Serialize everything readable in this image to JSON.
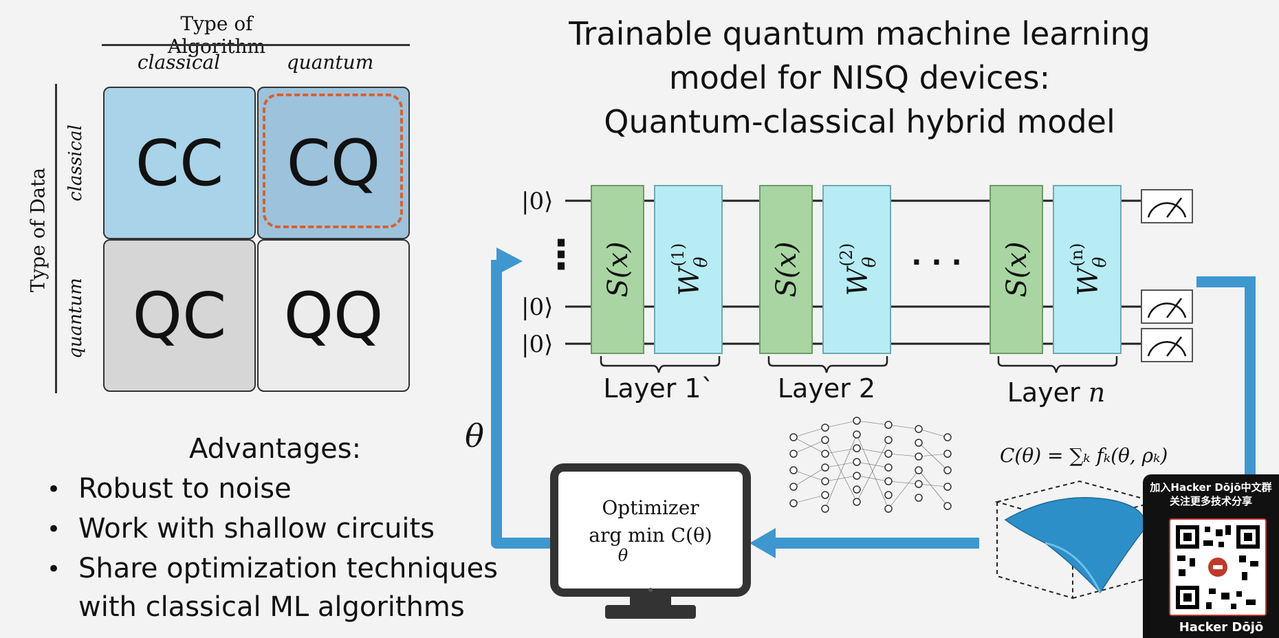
{
  "matrix": {
    "top_header": "Type of Algorithm",
    "col_classical": "classical",
    "col_quantum": "quantum",
    "side_header": "Type of Data",
    "row_classical": "classical",
    "row_quantum": "quantum",
    "cells": {
      "cc": "CC",
      "cq": "CQ",
      "qc": "QC",
      "qq": "QQ"
    }
  },
  "title": {
    "line1": "Trainable quantum machine learning",
    "line2": "model for NISQ devices:",
    "line3": "Quantum-classical hybrid model"
  },
  "circuit": {
    "ket": "|0⟩",
    "gate_s": "S(x)",
    "gate_w1": "W",
    "sub_theta": "θ",
    "sup1": "(1)",
    "sup2": "(2)",
    "supn": "(n)",
    "dots": "· · ·",
    "vdots": "⋮",
    "layer1": "Layer 1`",
    "layer2": "Layer 2",
    "layern_prefix": "Layer ",
    "layern_var": "n"
  },
  "loop": {
    "theta": "θ",
    "optimizer_line1": "Optimizer",
    "optimizer_line2": "arg min C(θ)",
    "optimizer_line3": "θ",
    "cost": "C(θ) = ∑ₖ fₖ(θ, ρₖ)"
  },
  "advantages": {
    "heading": "Advantages:",
    "items": [
      "Robust to noise",
      "Work with shallow circuits",
      "Share optimization techniques",
      "with classical ML algorithms"
    ]
  },
  "promo": {
    "line1": "加入Hacker Dōjō中文群",
    "line2": "关注更多技术分享",
    "brand": "Hacker Dōjō"
  },
  "colors": {
    "cell_cc": "#a9d3e8",
    "cell_cq": "#9cc2dc",
    "cell_qc": "#d6d6d6",
    "cell_qq": "#ececec",
    "dash": "#d9602b",
    "gate_green": "#a8d5a2",
    "gate_cyan": "#b7ecf4",
    "arrow_blue": "#3f97d0"
  }
}
